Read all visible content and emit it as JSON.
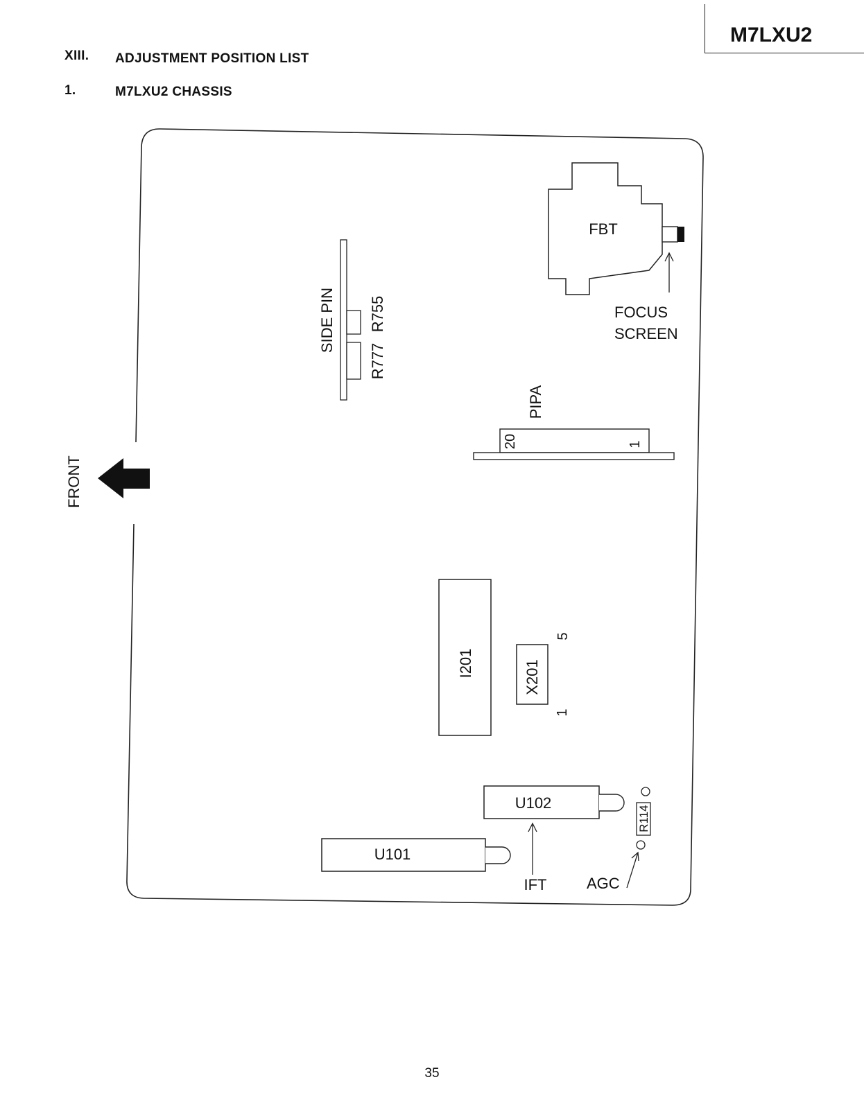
{
  "header": {
    "model": "M7LXU2",
    "section_number": "XIII.",
    "section_title": "ADJUSTMENT POSITION LIST",
    "subsection_number": "1.",
    "subsection_title": "M7LXU2 CHASSIS"
  },
  "diagram": {
    "front_label": "FRONT",
    "components": {
      "fbt": "FBT",
      "focus": "FOCUS",
      "screen": "SCREEN",
      "side_pin": "SIDE PIN",
      "r755": "R755",
      "r777": "R777",
      "pipa": "PIPA",
      "pipa_pin_20": "20",
      "pipa_pin_1": "1",
      "i201": "I201",
      "x201": "X201",
      "x201_pin_5": "5",
      "x201_pin_1": "1",
      "u102": "U102",
      "u101": "U101",
      "r114": "R114",
      "ift": "IFT",
      "agc": "AGC"
    }
  },
  "footer": {
    "page_number": "35"
  }
}
